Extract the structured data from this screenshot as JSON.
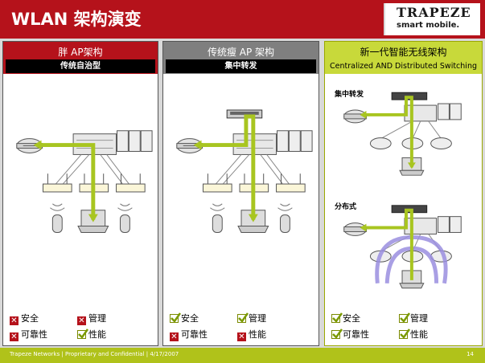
{
  "header": {
    "title": "WLAN 架构演变"
  },
  "logo": {
    "wordmark": "TRAPEZE",
    "tagline": "smart mobile."
  },
  "panels": [
    {
      "title": "胖 AP架构",
      "subtitle": "传统自治型",
      "features": [
        {
          "label": "安全",
          "status": "no"
        },
        {
          "label": "管理",
          "status": "no"
        },
        {
          "label": "可靠性",
          "status": "no"
        },
        {
          "label": "性能",
          "status": "yes"
        }
      ]
    },
    {
      "title": "传统瘦 AP 架构",
      "subtitle": "集中转发",
      "features": [
        {
          "label": "安全",
          "status": "yes"
        },
        {
          "label": "管理",
          "status": "yes"
        },
        {
          "label": "可靠性",
          "status": "no"
        },
        {
          "label": "性能",
          "status": "no"
        }
      ]
    },
    {
      "title": "新一代智能无线架构",
      "subtitle": "Centralized AND Distributed Switching",
      "diagram_labels": {
        "centralized": "集中转发",
        "distributed": "分布式"
      },
      "features": [
        {
          "label": "安全",
          "status": "yes"
        },
        {
          "label": "管理",
          "status": "yes"
        },
        {
          "label": "可靠性",
          "status": "yes"
        },
        {
          "label": "性能",
          "status": "yes"
        }
      ]
    }
  ],
  "footer": {
    "text": "Trapeze Networks  |  Proprietary and Confidential  |  4/17/2007",
    "page": "14"
  },
  "colors": {
    "brand_red": "#b5121b",
    "accent_green": "#b0c21a",
    "arrow_green": "#a8c520",
    "arrow_purple": "#9b8fe0"
  }
}
